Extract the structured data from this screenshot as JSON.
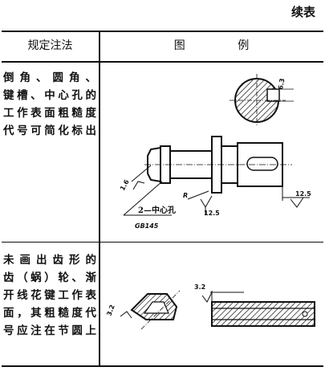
{
  "header": {
    "continued": "续表"
  },
  "columns": {
    "rule_label": "规定注法",
    "figure_label_1": "图",
    "figure_label_2": "例"
  },
  "rows": [
    {
      "rule_lines": [
        "倒角、圆角、",
        "键槽、中心孔的",
        "工作表面粗糙度",
        "代号可简化标出"
      ],
      "annotations": {
        "a": "6.3",
        "b": "1.6",
        "c": "R",
        "d": "2—中心孔",
        "e": "12.5",
        "f": "12.5",
        "g": "GB145"
      }
    },
    {
      "rule_lines": [
        "未画出齿形的",
        "齿（蜗）轮、渐",
        "开线花键工作表",
        "面，其粗糙度代",
        "号应注在节圆上"
      ],
      "annotations": {
        "a": "3.2",
        "b": "3.2"
      }
    }
  ]
}
